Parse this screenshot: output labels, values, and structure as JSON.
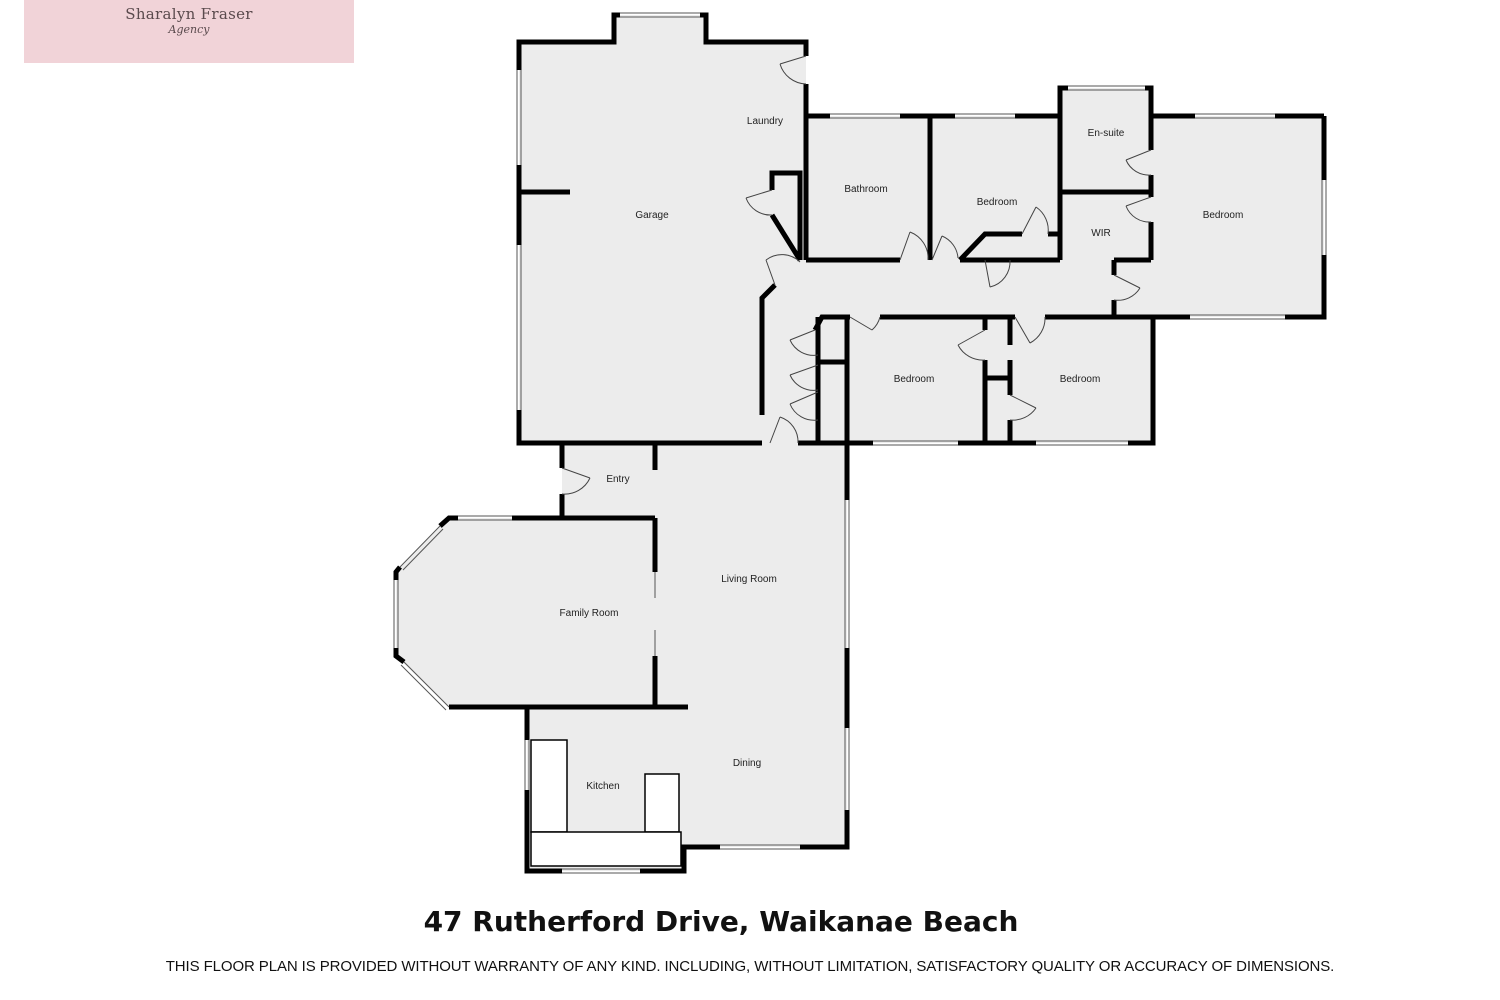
{
  "logo": {
    "name": "Sharalyn Fraser",
    "script": "Agency",
    "background": "#f1d3d8"
  },
  "plan": {
    "floor_color": "#ececec",
    "wall_color": "#000000",
    "rooms": {
      "garage": "Garage",
      "laundry": "Laundry",
      "bathroom": "Bathroom",
      "bedroom_2": "Bedroom",
      "ensuite": "En-suite",
      "wir": "WIR",
      "master_bedroom": "Bedroom",
      "bedroom_3": "Bedroom",
      "bedroom_4": "Bedroom",
      "entry": "Entry",
      "living": "Living Room",
      "family": "Family Room",
      "dining": "Dining",
      "kitchen": "Kitchen"
    }
  },
  "address": "47 Rutherford Drive, Waikanae Beach",
  "disclaimer": "THIS FLOOR PLAN IS PROVIDED WITHOUT WARRANTY OF ANY KIND. INCLUDING, WITHOUT LIMITATION,  SATISFACTORY QUALITY OR ACCURACY OF DIMENSIONS."
}
